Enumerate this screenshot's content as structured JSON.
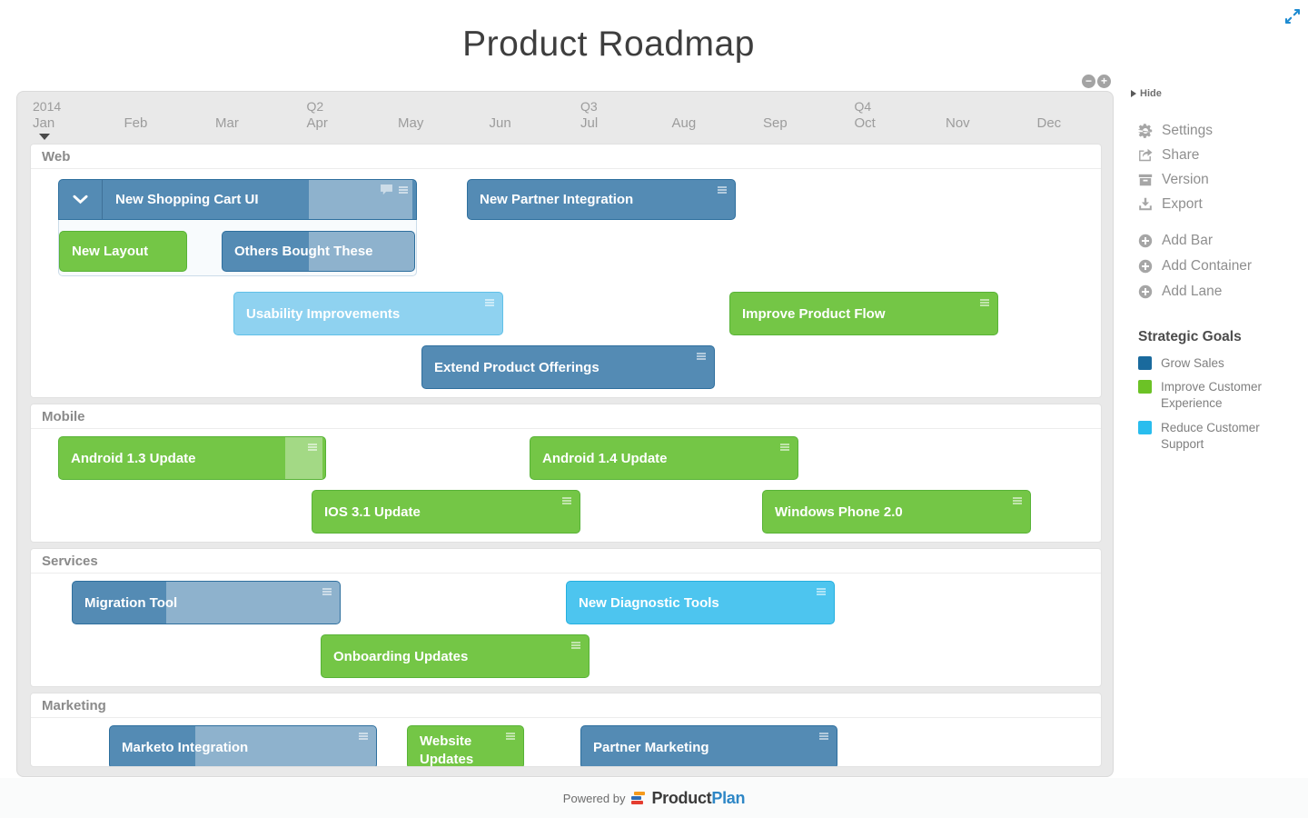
{
  "title": "Product Roadmap",
  "controls": {
    "zoom_out": "−",
    "zoom_in": "+",
    "hide": "Hide"
  },
  "timeline": {
    "cols": [
      {
        "q": "2014",
        "m": "Jan"
      },
      {
        "q": "",
        "m": "Feb"
      },
      {
        "q": "",
        "m": "Mar"
      },
      {
        "q": "Q2",
        "m": "Apr"
      },
      {
        "q": "",
        "m": "May"
      },
      {
        "q": "",
        "m": "Jun"
      },
      {
        "q": "Q3",
        "m": "Jul"
      },
      {
        "q": "",
        "m": "Aug"
      },
      {
        "q": "",
        "m": "Sep"
      },
      {
        "q": "Q4",
        "m": "Oct"
      },
      {
        "q": "",
        "m": "Nov"
      },
      {
        "q": "",
        "m": "Dec"
      }
    ]
  },
  "lanes": [
    {
      "name": "Web"
    },
    {
      "name": "Mobile"
    },
    {
      "name": "Services"
    },
    {
      "name": "Marketing"
    }
  ],
  "bars": {
    "shopping_cart": {
      "label": "New Shopping Cart UI",
      "goal": "grow_sales"
    },
    "new_layout": {
      "label": "New Layout",
      "goal": "improve_customer_experience"
    },
    "others_bought": {
      "label": "Others Bought These",
      "goal": "grow_sales"
    },
    "partner_integration": {
      "label": "New Partner Integration",
      "goal": "grow_sales"
    },
    "usability": {
      "label": "Usability Improvements",
      "goal": "reduce_customer_support"
    },
    "product_flow": {
      "label": "Improve Product Flow",
      "goal": "improve_customer_experience"
    },
    "extend_offerings": {
      "label": "Extend Product Offerings",
      "goal": "grow_sales"
    },
    "android13": {
      "label": "Android 1.3 Update",
      "goal": "improve_customer_experience"
    },
    "android14": {
      "label": "Android 1.4 Update",
      "goal": "improve_customer_experience"
    },
    "ios31": {
      "label": "IOS 3.1 Update",
      "goal": "improve_customer_experience"
    },
    "winphone": {
      "label": "Windows Phone 2.0",
      "goal": "improve_customer_experience"
    },
    "migration": {
      "label": "Migration Tool",
      "goal": "grow_sales"
    },
    "diagnostic": {
      "label": "New Diagnostic Tools",
      "goal": "reduce_customer_support"
    },
    "onboarding": {
      "label": "Onboarding Updates",
      "goal": "improve_customer_experience"
    },
    "marketo": {
      "label": "Marketo Integration",
      "goal": "grow_sales"
    },
    "website": {
      "label": "Website Updates",
      "goal": "improve_customer_experience"
    },
    "partner_marketing": {
      "label": "Partner Marketing",
      "goal": "grow_sales"
    }
  },
  "sidebar": {
    "menu": [
      {
        "label": "Settings"
      },
      {
        "label": "Share"
      },
      {
        "label": "Version"
      },
      {
        "label": "Export"
      }
    ],
    "actions": [
      {
        "label": "Add Bar"
      },
      {
        "label": "Add Container"
      },
      {
        "label": "Add Lane"
      }
    ],
    "goals": {
      "title": "Strategic Goals",
      "items": [
        {
          "label": "Grow Sales",
          "color": "#1a6a9d"
        },
        {
          "label": "Improve Customer Experience",
          "color": "#6cc226"
        },
        {
          "label": "Reduce Customer Support",
          "color": "#29bdee"
        }
      ]
    }
  },
  "colors": {
    "steel_blue": "#548bb4",
    "green": "#74c646",
    "sky_blue": "#8fd2f0",
    "cyan": "#4dc5ef"
  },
  "footer": {
    "powered_by": "Powered by",
    "brand_product": "Product",
    "brand_plan": "Plan"
  }
}
